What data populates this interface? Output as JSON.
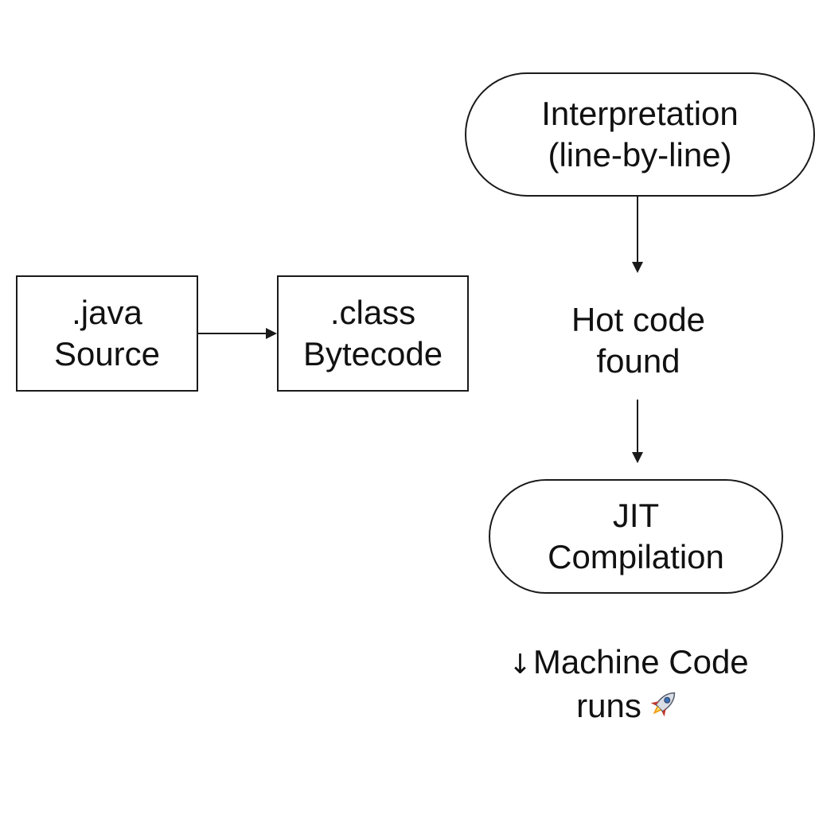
{
  "nodes": {
    "java_source": {
      "line1": ".java",
      "line2": "Source"
    },
    "class_bytecode": {
      "line1": ".class",
      "line2": "Bytecode"
    },
    "interpretation": {
      "line1": "Interpretation",
      "line2": "(line-by-line)"
    },
    "hot_code": {
      "line1": "Hot code",
      "line2": "found"
    },
    "jit": {
      "line1": "JIT",
      "line2": "Compilation"
    },
    "machine_code": {
      "arrow": "↓",
      "line1": "Machine Code",
      "line2": "runs"
    }
  },
  "edges": [
    {
      "from": "java_source",
      "to": "class_bytecode"
    },
    {
      "from": "interpretation",
      "to": "hot_code"
    },
    {
      "from": "hot_code",
      "to": "jit"
    }
  ],
  "icons": {
    "rocket": "rocket-icon"
  },
  "colors": {
    "stroke": "#1a1a1a",
    "background": "#ffffff",
    "rocket_body": "#d9dde6",
    "rocket_fin": "#c0392b",
    "rocket_flame": "#f39c12"
  }
}
